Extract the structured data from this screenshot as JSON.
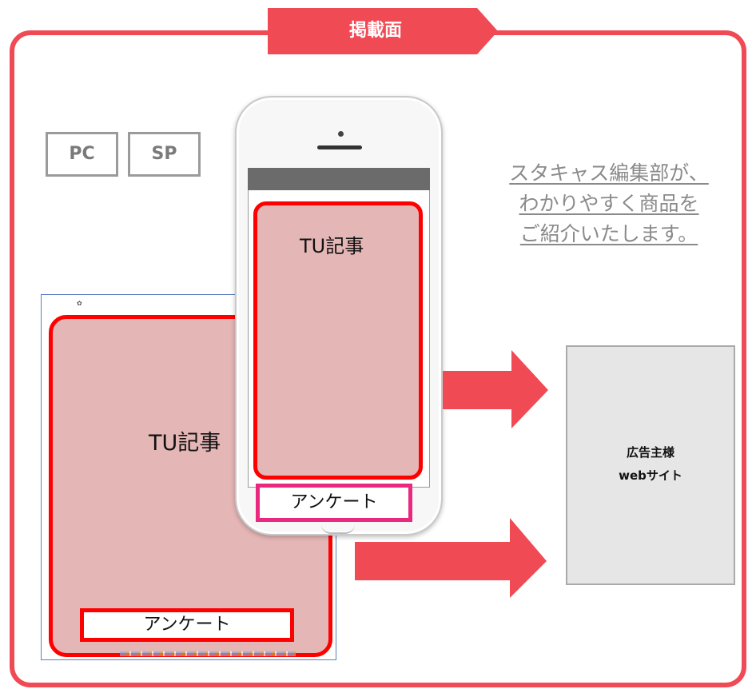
{
  "banner": {
    "label": "掲載面"
  },
  "tabs": {
    "pc": "PC",
    "sp": "SP"
  },
  "description": {
    "lines": [
      "スタキャス編集部が、",
      "わかりやすく商品を",
      "ご紹介いたします。"
    ]
  },
  "pc": {
    "article": "TU記事",
    "survey": "アンケート"
  },
  "sp": {
    "article": "TU記事",
    "survey": "アンケート"
  },
  "advertiser": {
    "line1": "広告主様",
    "line2": "webサイト"
  },
  "colors": {
    "frame": "#f04a54",
    "highlight": "#ff0000",
    "survey_border_sp": "#e8297f",
    "article_fill": "#e5b6b6"
  },
  "icons": [
    "arrow-right-icon"
  ]
}
